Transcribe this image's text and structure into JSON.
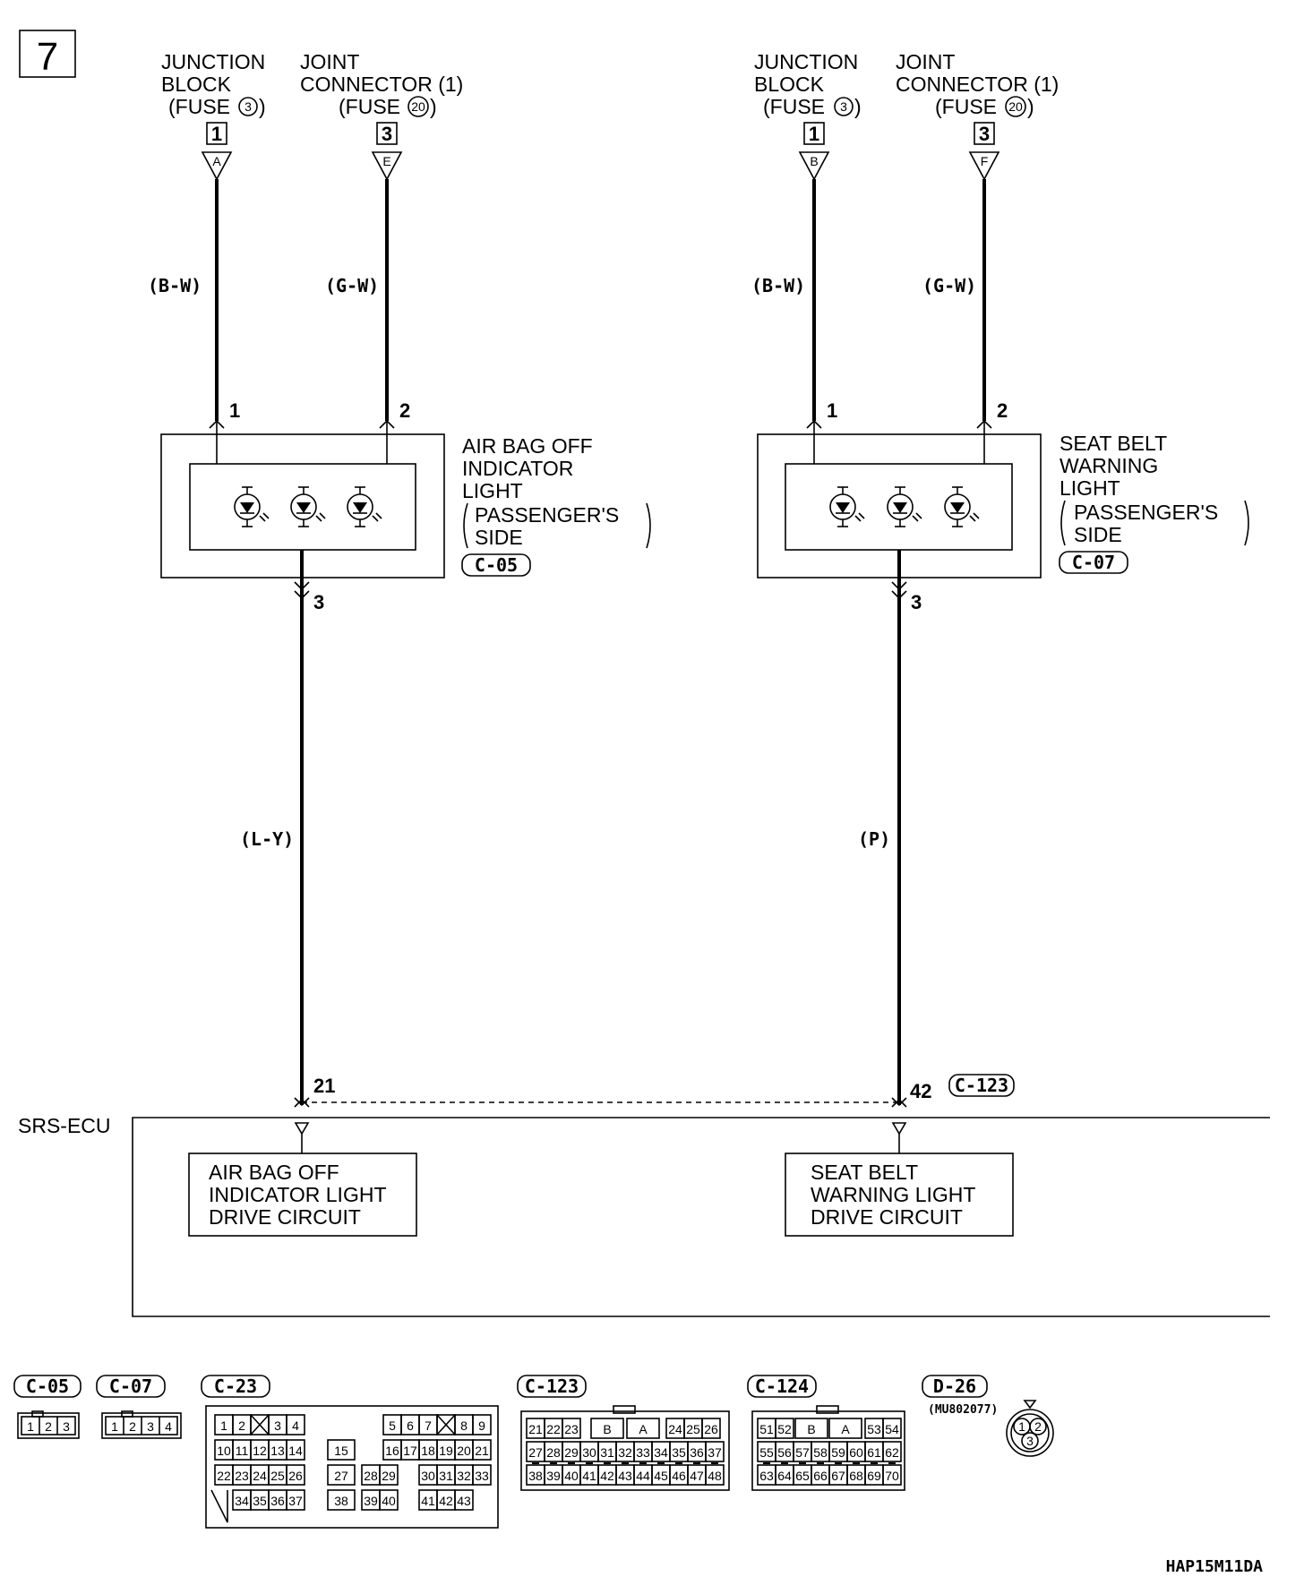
{
  "page_number": "7",
  "figure_code": "HAP15M11DA",
  "srs_ecu_label": "SRS-ECU",
  "left": {
    "junction": {
      "line1": "JUNCTION",
      "line2": "BLOCK",
      "line3": "(FUSE",
      "fuse": "3",
      "close": ")",
      "terminal": "1",
      "connector_letter": "A"
    },
    "joint": {
      "line1": "JOINT",
      "line2": "CONNECTOR (1)",
      "line3": "(FUSE",
      "fuse": "20",
      "close": ")",
      "terminal": "3",
      "connector_letter": "E"
    },
    "wire1_color": "(B-W)",
    "wire2_color": "(G-W)",
    "pin1": "1",
    "pin2": "2",
    "pin3": "3",
    "device": {
      "line1": "AIR BAG OFF",
      "line2": "INDICATOR",
      "line3": "LIGHT",
      "line4": "PASSENGER'S",
      "line5": "SIDE",
      "connector": "C-05"
    },
    "wire3_color": "(L-Y)",
    "ecu_pin": "21",
    "circuit": {
      "line1": "AIR BAG OFF",
      "line2": "INDICATOR LIGHT",
      "line3": "DRIVE CIRCUIT"
    }
  },
  "right": {
    "junction": {
      "line1": "JUNCTION",
      "line2": "BLOCK",
      "line3": "(FUSE",
      "fuse": "3",
      "close": ")",
      "terminal": "1",
      "connector_letter": "B"
    },
    "joint": {
      "line1": "JOINT",
      "line2": "CONNECTOR (1)",
      "line3": "(FUSE",
      "fuse": "20",
      "close": ")",
      "terminal": "3",
      "connector_letter": "F"
    },
    "wire1_color": "(B-W)",
    "wire2_color": "(G-W)",
    "pin1": "1",
    "pin2": "2",
    "pin3": "3",
    "device": {
      "line1": "SEAT BELT",
      "line2": "WARNING",
      "line3": "LIGHT",
      "line4": "PASSENGER'S",
      "line5": "SIDE",
      "connector": "C-07"
    },
    "wire3_color": "(P)",
    "ecu_pin": "42",
    "ecu_connector": "C-123",
    "circuit": {
      "line1": "SEAT BELT",
      "line2": "WARNING LIGHT",
      "line3": "DRIVE CIRCUIT"
    }
  },
  "connectors": {
    "c05": {
      "name": "C-05",
      "pins": [
        "1",
        "2",
        "3"
      ]
    },
    "c07": {
      "name": "C-07",
      "pins": [
        "1",
        "2",
        "3",
        "4"
      ]
    },
    "c23": {
      "name": "C-23",
      "rows": [
        [
          "1",
          "2",
          "",
          "3",
          "4",
          "5",
          "6",
          "7",
          "",
          "8",
          "9"
        ],
        [
          "10",
          "11",
          "12",
          "13",
          "14",
          "15",
          "16",
          "17",
          "18",
          "19",
          "20",
          "21"
        ],
        [
          "22",
          "23",
          "24",
          "25",
          "26",
          "27",
          "28",
          "29",
          "30",
          "31",
          "32",
          "33"
        ],
        [
          "34",
          "35",
          "36",
          "37",
          "38",
          "39",
          "40",
          "41",
          "42",
          "43"
        ]
      ]
    },
    "c123": {
      "name": "C-123",
      "rows": [
        [
          "21",
          "22",
          "23",
          "B",
          "A",
          "24",
          "25",
          "26"
        ],
        [
          "27",
          "28",
          "29",
          "30",
          "31",
          "32",
          "33",
          "34",
          "35",
          "36",
          "37"
        ],
        [
          "38",
          "39",
          "40",
          "41",
          "42",
          "43",
          "44",
          "45",
          "46",
          "47",
          "48"
        ]
      ]
    },
    "c124": {
      "name": "C-124",
      "rows": [
        [
          "51",
          "52",
          "B",
          "A",
          "53",
          "54"
        ],
        [
          "55",
          "56",
          "57",
          "58",
          "59",
          "60",
          "61",
          "62"
        ],
        [
          "63",
          "64",
          "65",
          "66",
          "67",
          "68",
          "69",
          "70"
        ]
      ]
    },
    "d26": {
      "name": "D-26",
      "part": "(MU802077)",
      "pins": [
        "1",
        "2",
        "3"
      ]
    }
  }
}
